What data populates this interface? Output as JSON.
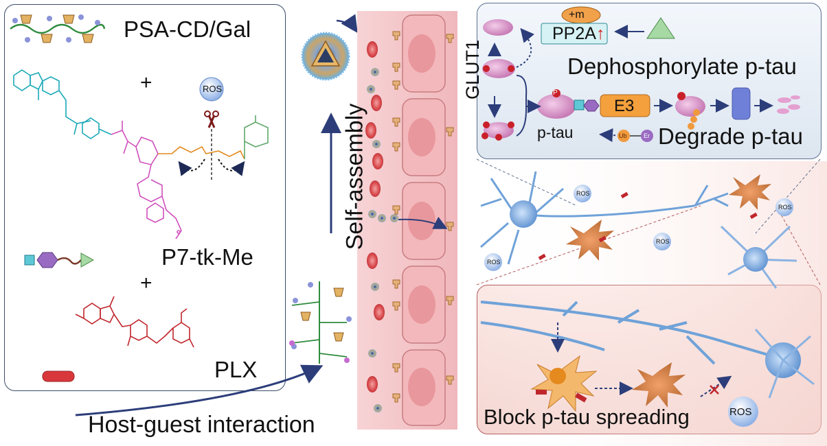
{
  "labels": {
    "psa_cd_gal": "PSA-CD/Gal",
    "plus_1": "+",
    "ros_scissors": "ROS",
    "p7_tk_me": "P7-tk-Me",
    "plus_2": "+",
    "plx": "PLX",
    "host_guest": "Host-guest interaction",
    "self_assembly": "Self-assembly",
    "glut1": "GLUT1",
    "plus_m": "+m",
    "pp2a": "PP2A",
    "pp2a_arrow": "↑",
    "dephosphorylate": "Dephosphorylate p-tau",
    "e3": "E3",
    "p_tau": "p-tau",
    "degrade": "Degrade p-tau",
    "ub": "Ub",
    "er": "Er",
    "p_mark": "P",
    "ros_a": "ROS",
    "ros_b": "ROS",
    "ros_c": "ROS",
    "ros_d": "ROS",
    "ros_e": "ROS",
    "block": "Block p-tau spreading"
  },
  "colors": {
    "cyan_moiety": "#1aa9b8",
    "magenta_moiety": "#d14fbd",
    "orange_linker": "#e48a1e",
    "green_moiety": "#5fa86a",
    "plx_red": "#c0262c",
    "arrow_navy": "#2c3d7a",
    "vessel_pink": "#f4c6c8",
    "neuron_blue": "#6fa2d8",
    "microglia_orange": "#d88a4a",
    "ptau_pink": "#d99ac8"
  }
}
